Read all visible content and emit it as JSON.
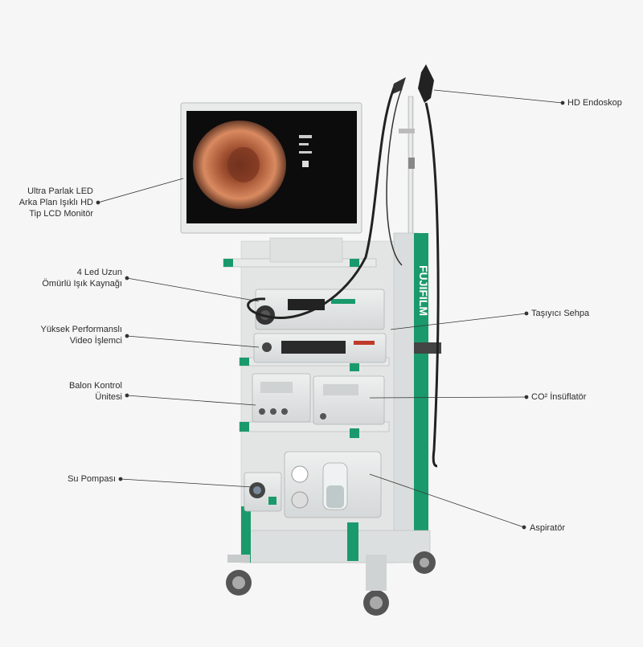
{
  "callouts": {
    "hd_endoscope": [
      "HD Endoskop"
    ],
    "monitor": [
      "Ultra Parlak LED",
      "Arka Plan Işıklı HD",
      "Tip LCD Monitör"
    ],
    "light_source": [
      "4 Led Uzun",
      "Ömürlü Işık Kaynağı"
    ],
    "cart": [
      "Taşıyıcı Sehpa"
    ],
    "video_processor": [
      "Yüksek Performanslı",
      "Video İşlemci"
    ],
    "balloon_unit": [
      "Balon Kontrol",
      "Ünitesi"
    ],
    "co2_insufflator": [
      "CO² İnsüflatör"
    ],
    "water_pump": [
      "Su Pompası"
    ],
    "aspirator": [
      "Aspiratör"
    ]
  },
  "branding": {
    "cart_brand": "FUJIFILM"
  },
  "colors": {
    "accent_green": "#1a9a6c",
    "background": "#f6f6f6",
    "device_body": "#e4e6e6",
    "leader_line": "#333333"
  }
}
